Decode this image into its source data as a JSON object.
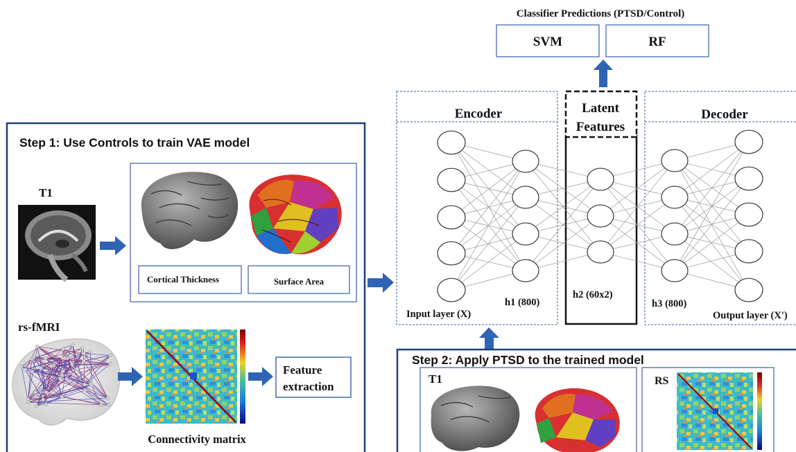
{
  "classifier": {
    "title": "Classifier Predictions (PTSD/Control)",
    "models": [
      "SVM",
      "RF"
    ]
  },
  "step1": {
    "title": "Step 1: Use Controls to train VAE model",
    "t1_label": "T1",
    "features": [
      "Cortical Thickness",
      "Surface Area"
    ],
    "rs_label": "rs-fMRI",
    "matrix_label": "Connectivity matrix",
    "feature_extraction": [
      "Feature",
      "extraction"
    ]
  },
  "vae": {
    "encoder": "Encoder",
    "latent": [
      "Latent",
      "Features"
    ],
    "decoder": "Decoder",
    "input_layer": "Input layer (X)",
    "h1": "h1 (800)",
    "h2": "h2 (60x2)",
    "h3": "h3 (800)",
    "output_layer": "Output layer (X')"
  },
  "step2": {
    "title": "Step 2: Apply PTSD to the trained model",
    "t1_label": "T1",
    "rs_label": "RS"
  },
  "colors": {
    "frame_blue": "#1e3f7a",
    "arrow_blue": "#2f64b5",
    "dashed_blue": "#3a5fa8",
    "brain_gray": "#6d6d6d"
  },
  "icons": [
    "brain-mri-image",
    "brain-surface-gray-image",
    "brain-parcellation-image",
    "brain-network-image",
    "connectivity-matrix-image"
  ]
}
